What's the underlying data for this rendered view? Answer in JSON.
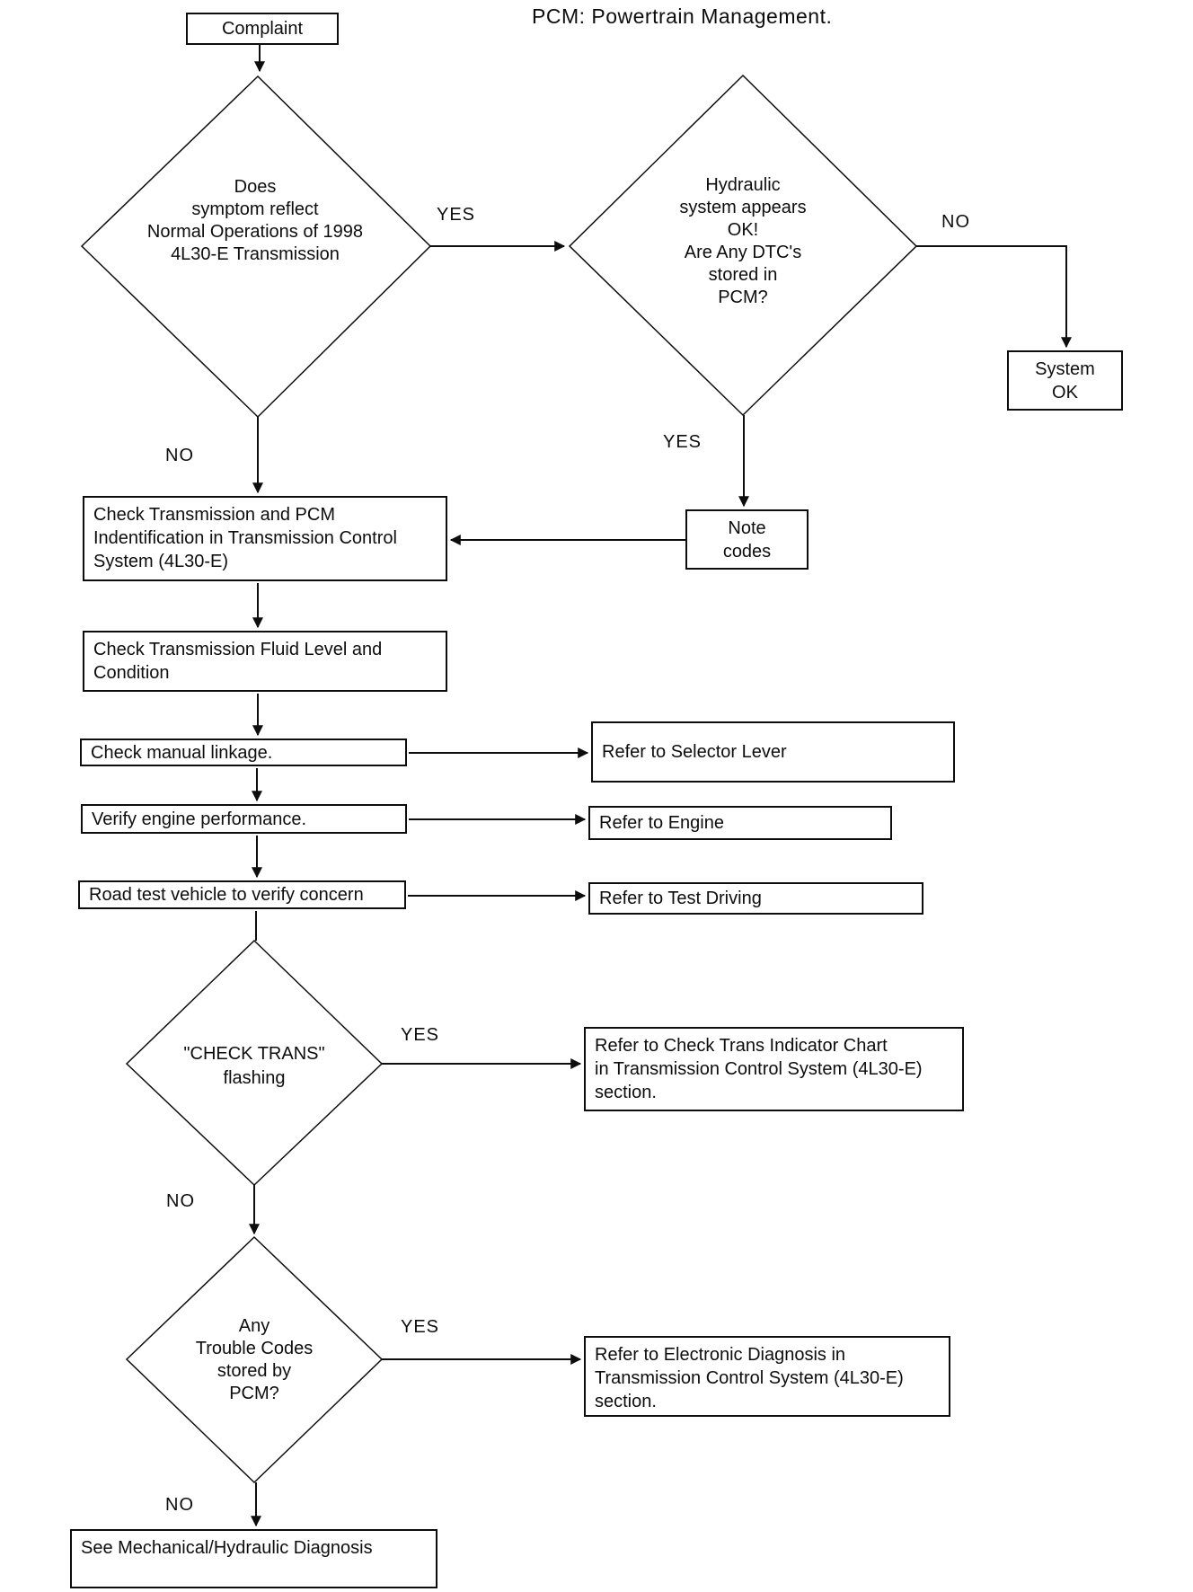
{
  "flowchart": {
    "title": "PCM: Powertrain Management.",
    "start": "Complaint",
    "decisions": {
      "symptom": "Does\nsymptom reflect\nNormal Operations of 1998\n4L30-E Transmission",
      "hydraulic": "Hydraulic\nsystem appears\nOK!\nAre Any DTC's\nstored in\nPCM?",
      "check_trans": "\"CHECK TRANS\"\nflashing",
      "trouble_codes": "Any\nTrouble Codes\nstored by\nPCM?"
    },
    "processes": {
      "system_ok": "System\nOK",
      "note_codes": "Note\ncodes",
      "check_id": "Check Transmission and PCM\nIndentification in Transmission Control\nSystem (4L30-E)",
      "check_fluid": "Check Transmission Fluid Level and\nCondition",
      "manual_linkage": "Check manual linkage.",
      "engine_perf": "Verify engine performance.",
      "road_test": "Road test vehicle to verify concern",
      "refer_selector": "Refer to Selector Lever",
      "refer_engine": "Refer to Engine",
      "refer_test_driving": "Refer to Test Driving",
      "refer_indicator": "Refer to Check Trans Indicator Chart\nin Transmission Control System (4L30-E)\nsection.",
      "refer_electronic": "Refer to Electronic Diagnosis in\nTransmission Control System (4L30-E)\nsection.",
      "mech_hydraulic": "See Mechanical/Hydraulic Diagnosis"
    },
    "labels": {
      "yes": "YES",
      "no": "NO"
    },
    "colors": {
      "ink": "#0d0d0d",
      "paper": "#ffffff"
    }
  }
}
